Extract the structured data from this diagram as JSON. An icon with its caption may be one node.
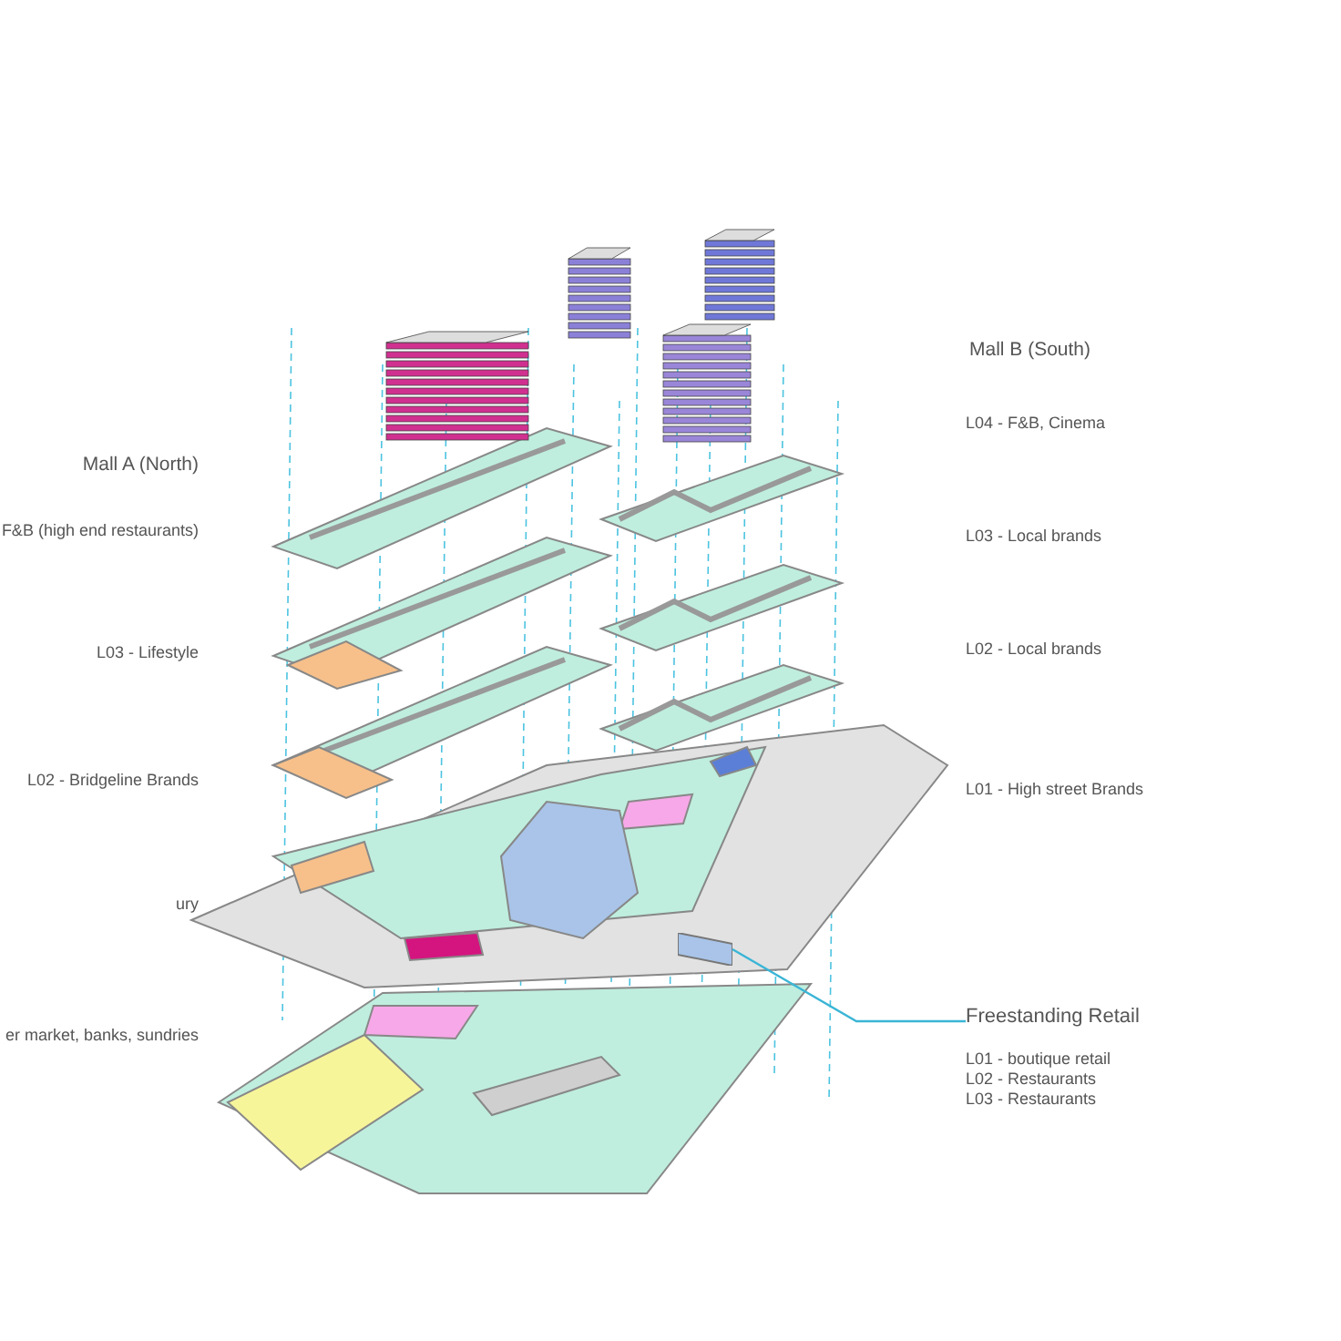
{
  "diagram": {
    "nodes": [
      {
        "text": [],
        "shape": "box"
      },
      {
        "text": [
          "Freestanding Retail"
        ]
      }
    ],
    "edges": [
      {
        "from": 1,
        "to": 0,
        "arrow": "none"
      }
    ],
    "labels": [
      "Mall B (South)",
      "L04 - F&B, Cinema",
      "Mall A (North)",
      "F&B (high end restaurants)",
      "L03 - Local brands",
      "L03 - Lifestyle",
      "L02 - Local brands",
      "L02 - Bridgeline Brands",
      "L01 - High street Brands",
      "ury",
      "er market, banks, sundries",
      "L01 - boutique retail",
      "L02 - Restaurants",
      "L03 - Restaurants"
    ]
  }
}
